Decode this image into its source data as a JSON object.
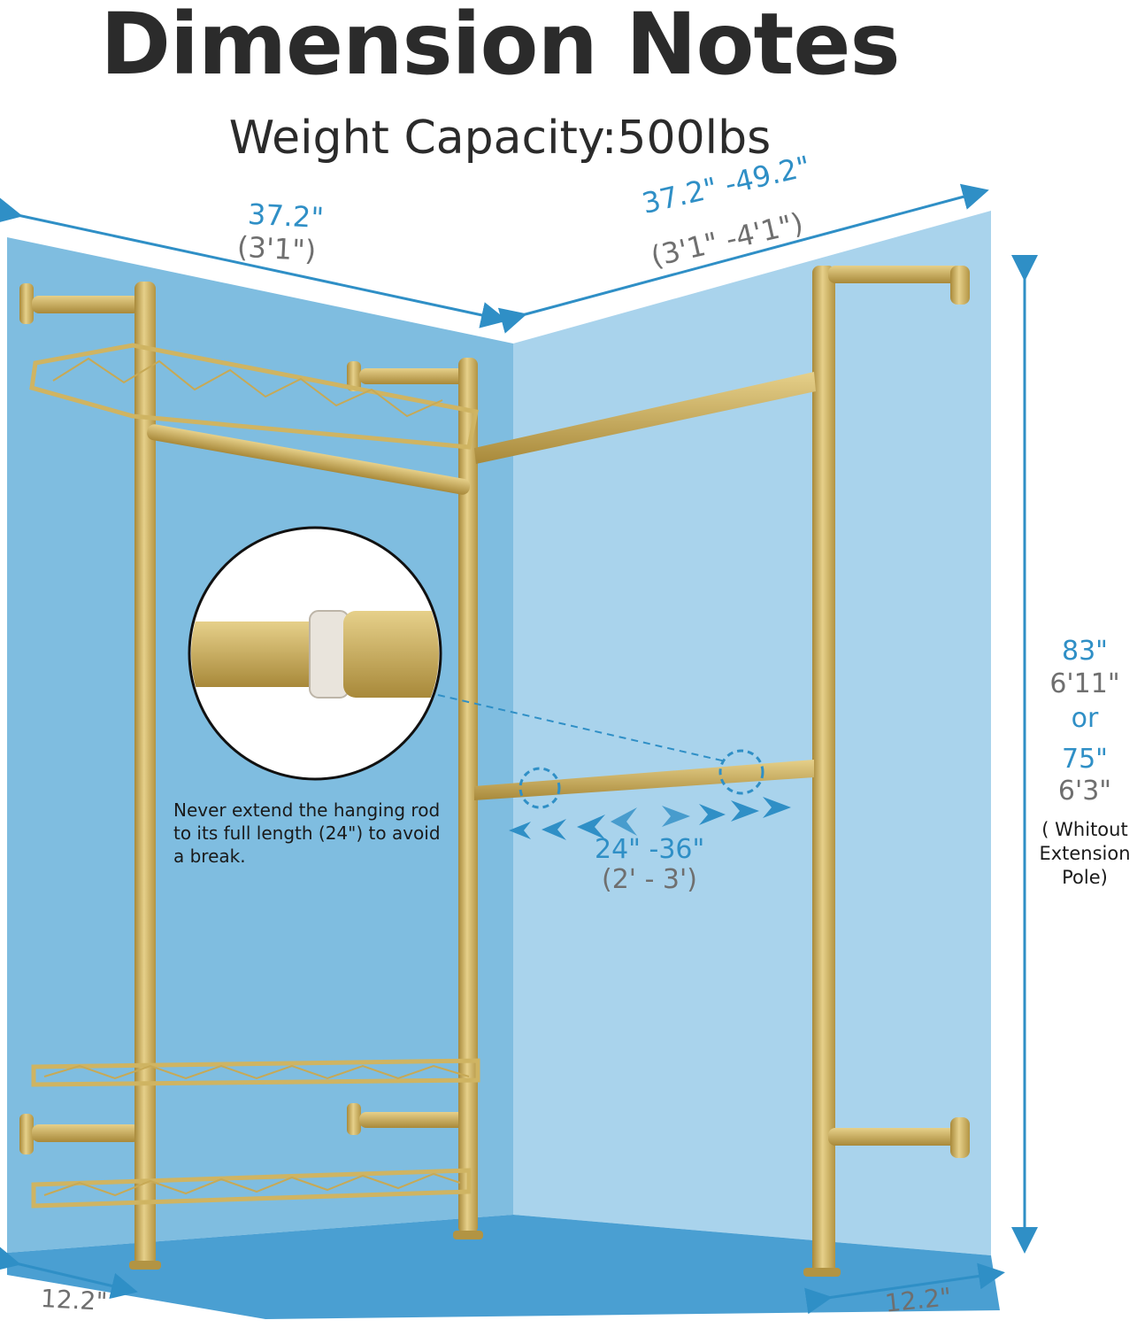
{
  "title": "Dimension Notes",
  "subtitle": "Weight Capacity:500lbs",
  "dimensions": {
    "left_width": {
      "inches": "37.2\"",
      "feet": "(3'1\")"
    },
    "right_width": {
      "inches": "37.2\" -49.2\"",
      "feet": "(3'1\" -4'1\")"
    },
    "rod_length": {
      "inches": "24\" -36\"",
      "feet": "(2' - 3')"
    },
    "height": {
      "value_1": "83\"",
      "value_1_feet": "6'11\"",
      "or": "or",
      "value_2": "75\"",
      "value_2_feet": "6'3\"",
      "note": "( Whitout Extension Pole)"
    },
    "depth_left": "12.2\"",
    "depth_right": "12.2\""
  },
  "warning_note": "Never extend the hanging rod to its full length (24\") to avoid a break.",
  "colors": {
    "wall_left": "#7fbde0",
    "wall_right": "#a9d3ec",
    "floor": "#4a9fd2",
    "gold": "#cfb462",
    "dimension_blue": "#2f8fc6"
  }
}
